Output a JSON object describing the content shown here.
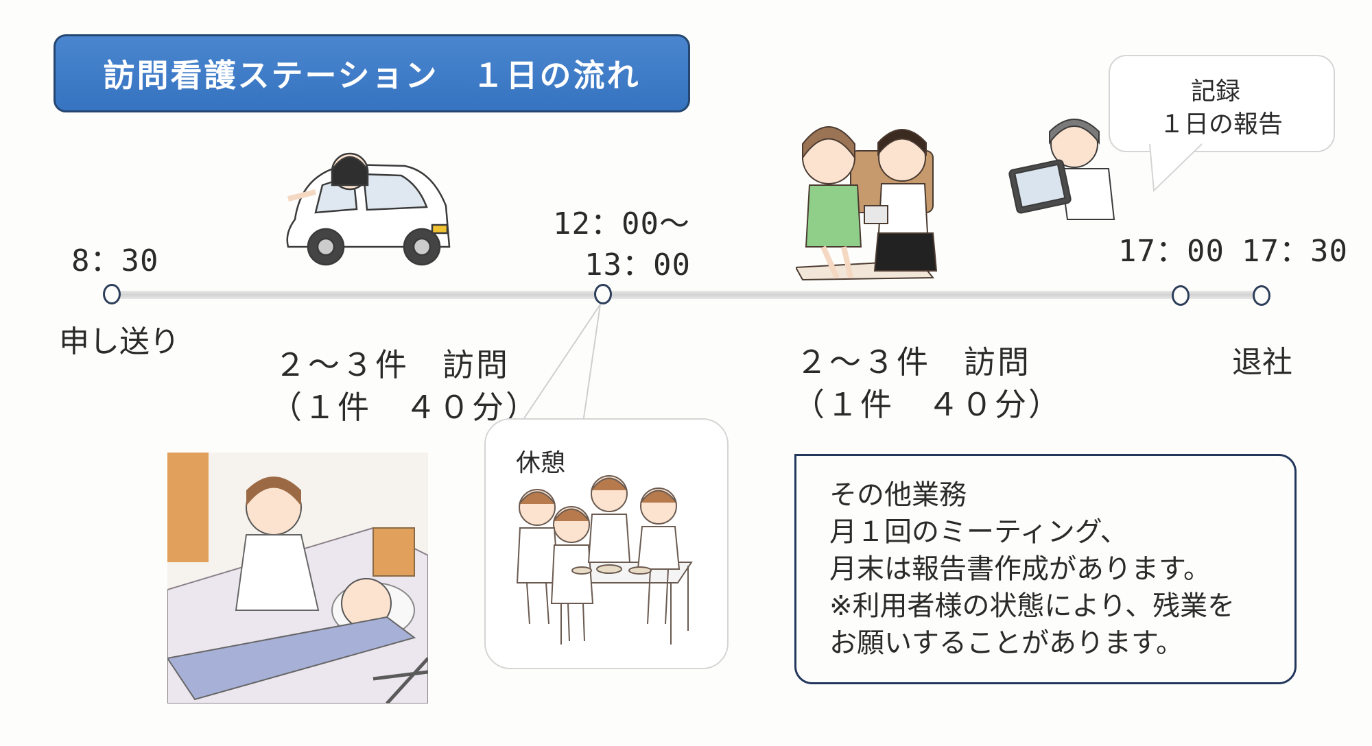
{
  "title": "訪問看護ステーション　１日の流れ",
  "timeline": {
    "start_time": "8：30",
    "start_label": "申し送り",
    "lunch_time_1": "12：00～",
    "lunch_time_2": "13：00",
    "lunch_label": "休憩",
    "report_time": "17：00",
    "report_label_1": "記録",
    "report_label_2": "１日の報告",
    "end_time": "17：30",
    "end_label": "退社"
  },
  "morning_visits": {
    "line1": "２～３件　訪問",
    "line2": "（１件　４０分）"
  },
  "afternoon_visits": {
    "line1": "２～３件　訪問",
    "line2": "（１件　４０分）"
  },
  "other_tasks": {
    "heading": "その他業務",
    "line1": "月１回のミーティング、",
    "line2": "月末は報告書作成があります。",
    "line3": "※利用者様の状態により、残業を",
    "line4": "お願いすることがあります。"
  },
  "illustrations": {
    "car": "nurse-driving-car",
    "home_visit": "nurse-with-patient",
    "tablet": "nurse-with-tablet",
    "lunch": "nurses-eating-together",
    "bed_care": "nurse-caring-bedridden-patient"
  },
  "colors": {
    "banner": "#3d7bc6",
    "banner_border": "#24466f",
    "notes_border": "#23365c"
  }
}
